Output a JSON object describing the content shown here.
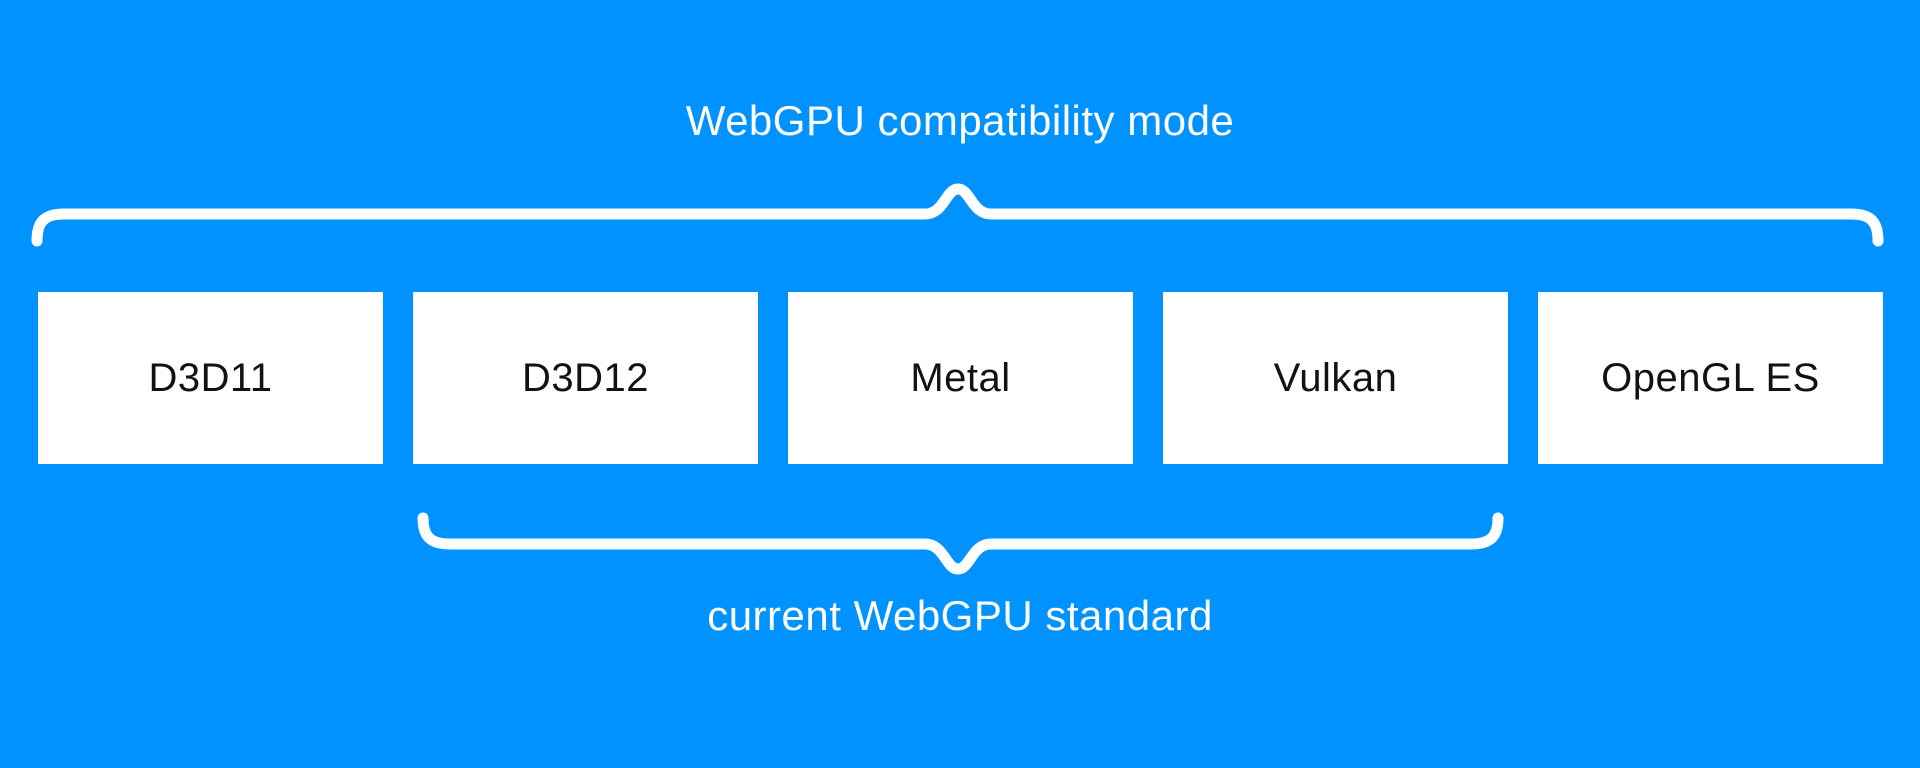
{
  "colors": {
    "background": "#0092ff",
    "brace_line": "#ffffff",
    "label_text": "#ffffff",
    "box_background": "#ffffff",
    "box_text": "#121212"
  },
  "top_group": {
    "label": "WebGPU compatibility mode"
  },
  "boxes": [
    {
      "label": "D3D11"
    },
    {
      "label": "D3D12"
    },
    {
      "label": "Metal"
    },
    {
      "label": "Vulkan"
    },
    {
      "label": "OpenGL ES"
    }
  ],
  "bottom_group": {
    "label": "current WebGPU standard"
  }
}
